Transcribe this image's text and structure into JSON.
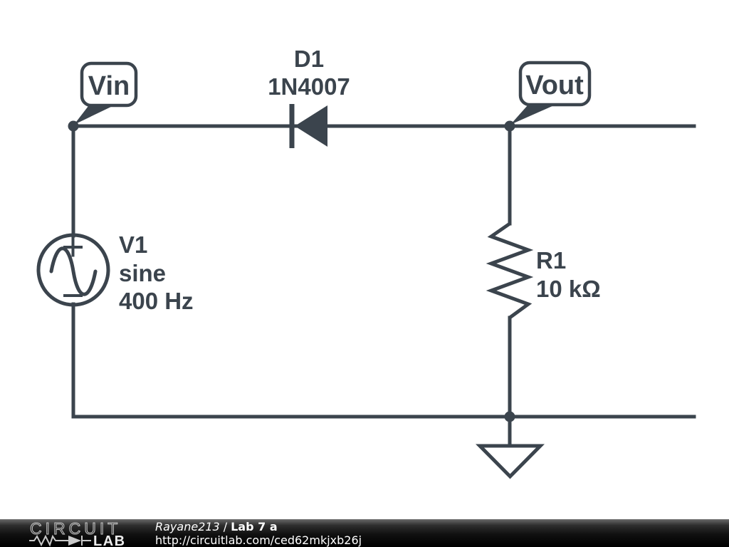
{
  "diagram": {
    "net_labels": {
      "vin": "Vin",
      "vout": "Vout"
    },
    "components": {
      "d1": {
        "name": "D1",
        "part": "1N4007"
      },
      "v1": {
        "name": "V1",
        "waveform": "sine",
        "frequency": "400 Hz"
      },
      "r1": {
        "name": "R1",
        "value": "10 kΩ"
      }
    },
    "icons": {
      "ground": "ground-symbol",
      "source": "sine-voltage-source-symbol",
      "diode": "diode-symbol",
      "resistor": "resistor-zigzag-symbol"
    }
  },
  "footer": {
    "logo_top": "CIRCUIT",
    "logo_bottom": "LAB",
    "author": "Rayane213",
    "separator": "/",
    "project": "Lab 7 a",
    "url": "http://circuitlab.com/ced62mkjxb26j"
  },
  "colors": {
    "ink": "#3b444d",
    "background": "#ffffff",
    "footer_background": "#000000",
    "footer_text": "#ffffff",
    "logo_gray": "#c9c9c9"
  }
}
